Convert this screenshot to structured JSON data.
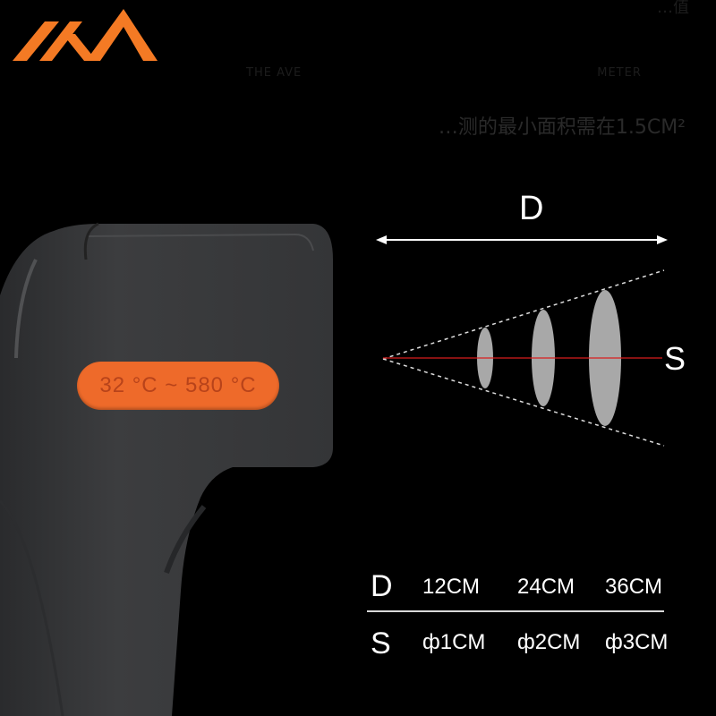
{
  "brand": {
    "logo_name": "jxm-logo-icon",
    "logo_color": "#f47a24"
  },
  "background_text": {
    "top_right": "…值",
    "measure_left": "THE AVE",
    "measure_right": "METER",
    "area_text": "…测的最小面积需在1.5CM²"
  },
  "device": {
    "range_label": "32 °C ~ 580 °C",
    "body_color": "#38393b",
    "badge_color": "#ee6a2a"
  },
  "diagram": {
    "distance_label": "D",
    "spot_label": "S"
  },
  "spec_table": {
    "distance_row": {
      "key": "D",
      "values": [
        "12CM",
        "24CM",
        "36CM"
      ]
    },
    "spot_row": {
      "key": "S",
      "values": [
        "ф1CM",
        "ф2CM",
        "ф3CM"
      ]
    }
  }
}
